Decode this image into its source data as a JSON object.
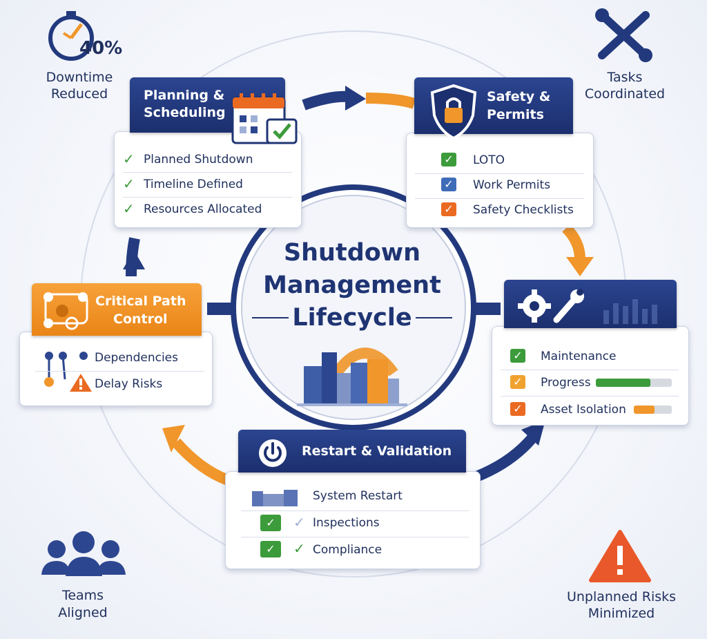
{
  "center": {
    "title_line1": "Shutdown",
    "title_line2": "Management",
    "title_line3": "Lifecycle"
  },
  "stats": {
    "downtime_value": "40%",
    "downtime_label_1": "Downtime",
    "downtime_label_2": "Reduced",
    "tasks_label_1": "Tasks",
    "tasks_label_2": "Coordinated",
    "teams_label_1": "Teams",
    "teams_label_2": "Aligned",
    "risks_label_1": "Unplanned Risks",
    "risks_label_2": "Minimized"
  },
  "planning": {
    "title_1": "Planning &",
    "title_2": "Scheduling",
    "items": [
      "Planned Shutdown",
      "Timeline Defined",
      "Resources Allocated"
    ]
  },
  "safety": {
    "title_1": "Safety &",
    "title_2": "Permits",
    "items": [
      "LOTO",
      "Work Permits",
      "Safety Checklists"
    ]
  },
  "critical": {
    "title_1": "Critical Path",
    "title_2": "Control",
    "items": [
      "Dependencies",
      "Delay Risks"
    ]
  },
  "maintenance": {
    "items": [
      "Maintenance",
      "Progress",
      "Asset Isolation"
    ],
    "progress_fraction": 0.72,
    "isolation_fraction": 0.55
  },
  "restart": {
    "title": "Restart & Validation",
    "items": [
      "System Restart",
      "Inspections",
      "Compliance"
    ]
  },
  "colors": {
    "navy": "#1f3473",
    "orange": "#f0962a",
    "green": "#3c9b3a",
    "blue": "#3f6cb8",
    "red_orange": "#ea6a22"
  },
  "icons": [
    "stopwatch-icon",
    "wrench-screwdriver-icon",
    "calendar-icon",
    "padlock-shield-icon",
    "gears-wrench-icon",
    "power-icon",
    "team-icon",
    "warning-icon",
    "network-path-icon",
    "factory-icon"
  ]
}
